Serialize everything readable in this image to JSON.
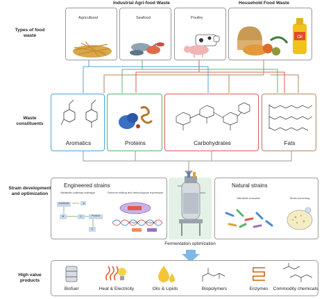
{
  "row_labels": {
    "types": "Types of food waste",
    "constituents": "Waste constituents",
    "strain": "Strain development and optimization",
    "products": "High value products"
  },
  "headers": {
    "industrial": "Industrial Agri-food Waste",
    "household": "Household Food Waste"
  },
  "waste_types": [
    "Agricultural",
    "Seafood",
    "Poultry"
  ],
  "constituents": [
    "Aromatics",
    "Proteins",
    "Carbohydrates",
    "Fats"
  ],
  "engineered": {
    "title": "Engineered strains",
    "sub1": "Metabolic pathway redesign",
    "sub2": "Genome editing and heterologous expression",
    "substrate": "Substrate",
    "product": "Product",
    "b": "B",
    "c": "C",
    "p": "P",
    "nodes_c": "C",
    "enzyme1": "Enzyme 1",
    "enzyme2": "Enzyme 2"
  },
  "natural": {
    "title": "Natural strains",
    "sub1": "Microbial consortia",
    "sub2": "Strain screening"
  },
  "fermentation": "Fermentation optimization",
  "products": [
    "Biofuel",
    "Heat & Electricity",
    "Oils & Lipids",
    "Biopolymers",
    "Enzymes",
    "Commodity chemicals"
  ],
  "oil_label": "Oil",
  "colors": {
    "agri": "#4f9fd8",
    "seafood": "#57b36a",
    "poultry": "#e05a4f",
    "household": "#b2845a",
    "arrow": "#7fb8e6"
  }
}
